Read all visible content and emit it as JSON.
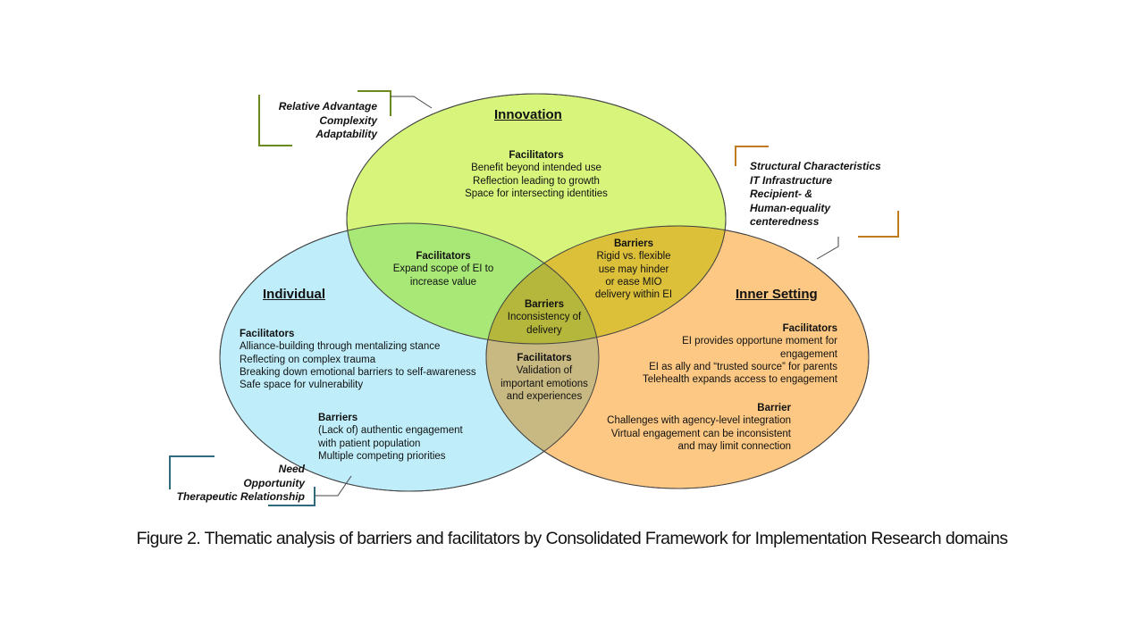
{
  "diagram": {
    "innovation": {
      "title": "Innovation",
      "facilitators": {
        "heading": "Facilitators",
        "items": [
          "Benefit beyond intended use",
          "Reflection leading to growth",
          "Space for intersecting identities"
        ]
      }
    },
    "individual": {
      "title": "Individual",
      "facilitators": {
        "heading": "Facilitators",
        "items": [
          "Alliance-building through mentalizing stance",
          "Reflecting on complex trauma",
          "Breaking down emotional barriers to self-awareness",
          "Safe space for vulnerability"
        ]
      },
      "barriers": {
        "heading": "Barriers",
        "items": [
          "(Lack of) authentic engagement",
          "with patient population",
          "Multiple competing priorities"
        ]
      }
    },
    "inner_setting": {
      "title": "Inner Setting",
      "facilitators": {
        "heading": "Facilitators",
        "items": [
          "EI provides opportune moment for",
          "engagement",
          "EI as ally and “trusted source” for parents",
          "Telehealth expands access to engagement"
        ]
      },
      "barrier": {
        "heading": "Barrier",
        "items": [
          "Challenges with agency-level integration",
          "Virtual engagement can be inconsistent",
          "and may limit connection"
        ]
      }
    },
    "innovation_individual": {
      "heading": "Facilitators",
      "items": [
        "Expand scope of EI to",
        "increase value"
      ]
    },
    "innovation_inner": {
      "heading": "Barriers",
      "items": [
        "Rigid vs. flexible",
        "use may hinder",
        "or ease MIO",
        "delivery within EI"
      ]
    },
    "center": {
      "heading": "Barriers",
      "items": [
        "Inconsistency of",
        "delivery"
      ]
    },
    "individual_inner": {
      "heading": "Facilitators",
      "items": [
        "Validation of",
        "important emotions",
        "and experiences"
      ]
    },
    "callouts": {
      "innovation": [
        "Relative Advantage",
        "Complexity",
        "Adaptability"
      ],
      "inner_setting": [
        "Structural Characteristics",
        "IT Infrastructure",
        "Recipient- &",
        "Human-equality",
        "centeredness"
      ],
      "individual": [
        "Need",
        "Opportunity",
        "Therapeutic Relationship"
      ]
    },
    "colors": {
      "innovation_fill": "#c8f06e",
      "individual_fill": "#bfeefa",
      "inner_setting_fill": "#fcc883",
      "innovation_callout_bracket": "#6b8a1e",
      "inner_callout_bracket": "#c07a20",
      "individual_callout_bracket": "#2e6a80"
    }
  },
  "caption": {
    "label": "Figure 2.",
    "text": " Thematic analysis of barriers and facilitators by Consolidated Framework for Implementation Research domains"
  }
}
